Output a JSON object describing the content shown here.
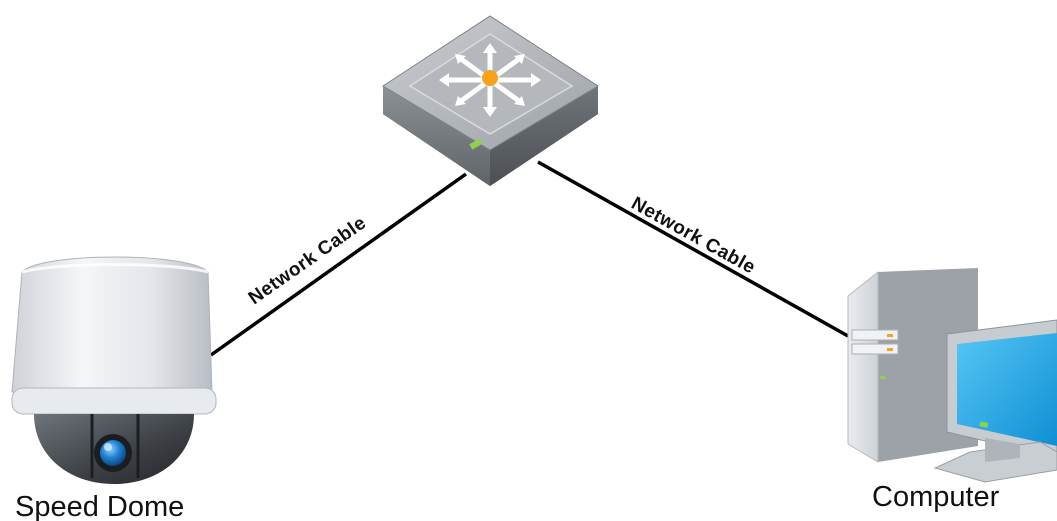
{
  "diagram": {
    "devices": {
      "switch": {
        "icon": "network-switch-icon",
        "accent": "#f7a21b"
      },
      "speed_dome": {
        "label": "Speed Dome",
        "icon": "speed-dome-camera-icon",
        "lens": "#1e7fd0"
      },
      "computer": {
        "label": "Computer",
        "icon": "desktop-computer-icon",
        "screen": "#19a7ea"
      }
    },
    "connections": [
      {
        "from": "switch",
        "to": "speed_dome",
        "label": "Network Cable"
      },
      {
        "from": "switch",
        "to": "computer",
        "label": "Network Cable"
      }
    ]
  }
}
